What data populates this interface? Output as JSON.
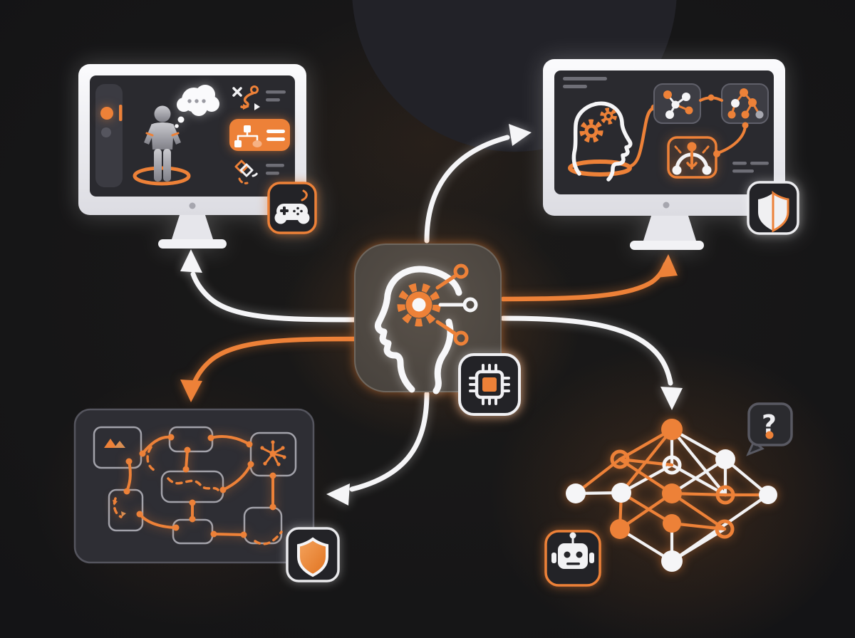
{
  "colors": {
    "orange": "#ED8138",
    "orange-light": "#F5AE73",
    "orange-deep": "#E0721F",
    "white": "#F5F5F7",
    "bg": "#141416",
    "bg-circle": "#222228",
    "screen": "#2A2A2F",
    "card": "#3D3D44",
    "card-border": "#60606A",
    "panel": "#2E2E34",
    "panel-border": "#55555E",
    "node-border": "#A2A2AA",
    "badge-bg": "#232327",
    "badge-border-light": "#ECECEF",
    "gray-line": "#6E6E76",
    "glyph-dark": "#2A2A2E",
    "figure-gray": "#B9B9BF"
  },
  "bubble": {
    "question_mark": "?"
  },
  "diagram": {
    "center": {
      "name": "ai-core",
      "icon": "head-gear-circuit-icon",
      "badge_icon": "cpu-chip-icon"
    },
    "quadrants": [
      {
        "position": "top-left",
        "name": "game-simulation-monitor",
        "icons": [
          "player-figure-icon",
          "thought-bubble-icon",
          "route-icon",
          "flowchart-card-icon",
          "diamond-list-icon"
        ],
        "badge_icon": "game-controller-icon"
      },
      {
        "position": "top-right",
        "name": "ai-pipeline-monitor",
        "icons": [
          "head-gears-icon",
          "node-graph-card-icon",
          "tree-graph-card-icon",
          "gauge-card-icon"
        ],
        "badge_icon": "shield-icon"
      },
      {
        "position": "bottom-left",
        "name": "behavior-flow-panel",
        "icons": [
          "mountains-node-icon",
          "hub-node-icon",
          "dashed-path-icon"
        ],
        "badge_icon": "shield-icon"
      },
      {
        "position": "bottom-right",
        "name": "neural-network",
        "icons": [
          "network-nodes-icon",
          "question-bubble-icon"
        ],
        "badge_icon": "robot-icon"
      }
    ],
    "arrows": [
      {
        "from": "center",
        "to": "top-left-monitor",
        "color": "white"
      },
      {
        "from": "center",
        "to": "bottom-left-panel",
        "color": "orange"
      },
      {
        "from": "center",
        "to": "top-right-monitor",
        "color": "white"
      },
      {
        "from": "center",
        "to": "top-right-monitor",
        "color": "orange"
      },
      {
        "from": "center",
        "to": "neural-network",
        "color": "white"
      },
      {
        "from": "center",
        "to": "bottom-left-panel",
        "color": "white"
      }
    ]
  }
}
